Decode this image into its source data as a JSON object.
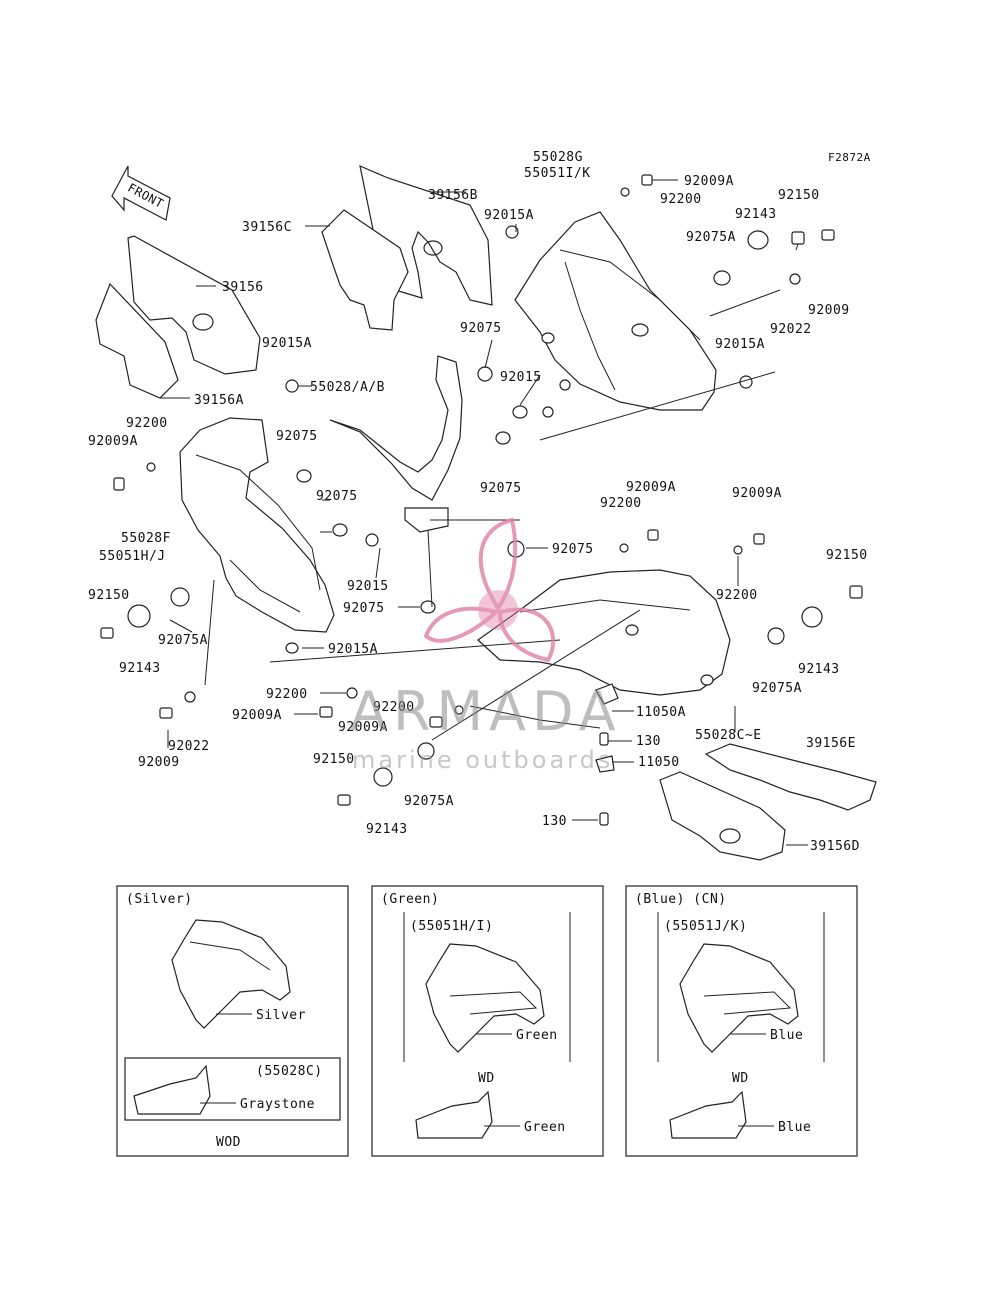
{
  "figure_code": "F2872A",
  "front_arrow_label": "FRONT",
  "watermark": {
    "title": "ARMADA",
    "subtitle": "marine outboards",
    "accent_color": "#e07fa8"
  },
  "callouts": [
    {
      "id": "c1",
      "text": "55028G"
    },
    {
      "id": "c2",
      "text": "55051I/K"
    },
    {
      "id": "c3",
      "text": "92009A"
    },
    {
      "id": "c4",
      "text": "92200"
    },
    {
      "id": "c5",
      "text": "92150"
    },
    {
      "id": "c6",
      "text": "92143"
    },
    {
      "id": "c7",
      "text": "92075A"
    },
    {
      "id": "c8",
      "text": "92015A"
    },
    {
      "id": "c9",
      "text": "39156B"
    },
    {
      "id": "c10",
      "text": "39156C"
    },
    {
      "id": "c11",
      "text": "39156"
    },
    {
      "id": "c12",
      "text": "92009"
    },
    {
      "id": "c13",
      "text": "92022"
    },
    {
      "id": "c14",
      "text": "92015A"
    },
    {
      "id": "c15",
      "text": "92075"
    },
    {
      "id": "c16",
      "text": "92015"
    },
    {
      "id": "c17",
      "text": "92015A"
    },
    {
      "id": "c18",
      "text": "55028/A/B"
    },
    {
      "id": "c19",
      "text": "39156A"
    },
    {
      "id": "c20",
      "text": "92200"
    },
    {
      "id": "c21",
      "text": "92009A"
    },
    {
      "id": "c22",
      "text": "92075"
    },
    {
      "id": "c23",
      "text": "92075"
    },
    {
      "id": "c24",
      "text": "92075"
    },
    {
      "id": "c25",
      "text": "92009A"
    },
    {
      "id": "c26",
      "text": "92200"
    },
    {
      "id": "c27",
      "text": "92009A"
    },
    {
      "id": "c28",
      "text": "55028F"
    },
    {
      "id": "c29",
      "text": "55051H/J"
    },
    {
      "id": "c30",
      "text": "92075"
    },
    {
      "id": "c31",
      "text": "92015"
    },
    {
      "id": "c32",
      "text": "92150"
    },
    {
      "id": "c33",
      "text": "92200"
    },
    {
      "id": "c34",
      "text": "92075"
    },
    {
      "id": "c35",
      "text": "92075A"
    },
    {
      "id": "c36",
      "text": "92143"
    },
    {
      "id": "c37",
      "text": "92015A"
    },
    {
      "id": "c38",
      "text": "92150"
    },
    {
      "id": "c39",
      "text": "92143"
    },
    {
      "id": "c40",
      "text": "92075A"
    },
    {
      "id": "c41",
      "text": "92200"
    },
    {
      "id": "c42",
      "text": "92200"
    },
    {
      "id": "c43",
      "text": "11050A"
    },
    {
      "id": "c44",
      "text": "92009A"
    },
    {
      "id": "c45",
      "text": "92009A"
    },
    {
      "id": "c46",
      "text": "55028C~E"
    },
    {
      "id": "c47",
      "text": "92022"
    },
    {
      "id": "c48",
      "text": "130"
    },
    {
      "id": "c49",
      "text": "39156E"
    },
    {
      "id": "c50",
      "text": "92009"
    },
    {
      "id": "c51",
      "text": "92150"
    },
    {
      "id": "c52",
      "text": "11050"
    },
    {
      "id": "c53",
      "text": "92075A"
    },
    {
      "id": "c54",
      "text": "92143"
    },
    {
      "id": "c55",
      "text": "130"
    },
    {
      "id": "c56",
      "text": "39156D"
    }
  ],
  "variants": [
    {
      "title": "(Silver)",
      "color_callout": "Silver",
      "sub_box": {
        "title": "(55028C)",
        "color_callout": "Graystone",
        "footer": "WOD"
      }
    },
    {
      "title": "(Green)",
      "part_label": "(55051H/I)",
      "color_callout": "Green",
      "middle_label": "WD",
      "lower_callout": "Green"
    },
    {
      "title": "(Blue)  (CN)",
      "part_label": "(55051J/K)",
      "color_callout": "Blue",
      "middle_label": "WD",
      "lower_callout": "Blue"
    }
  ]
}
